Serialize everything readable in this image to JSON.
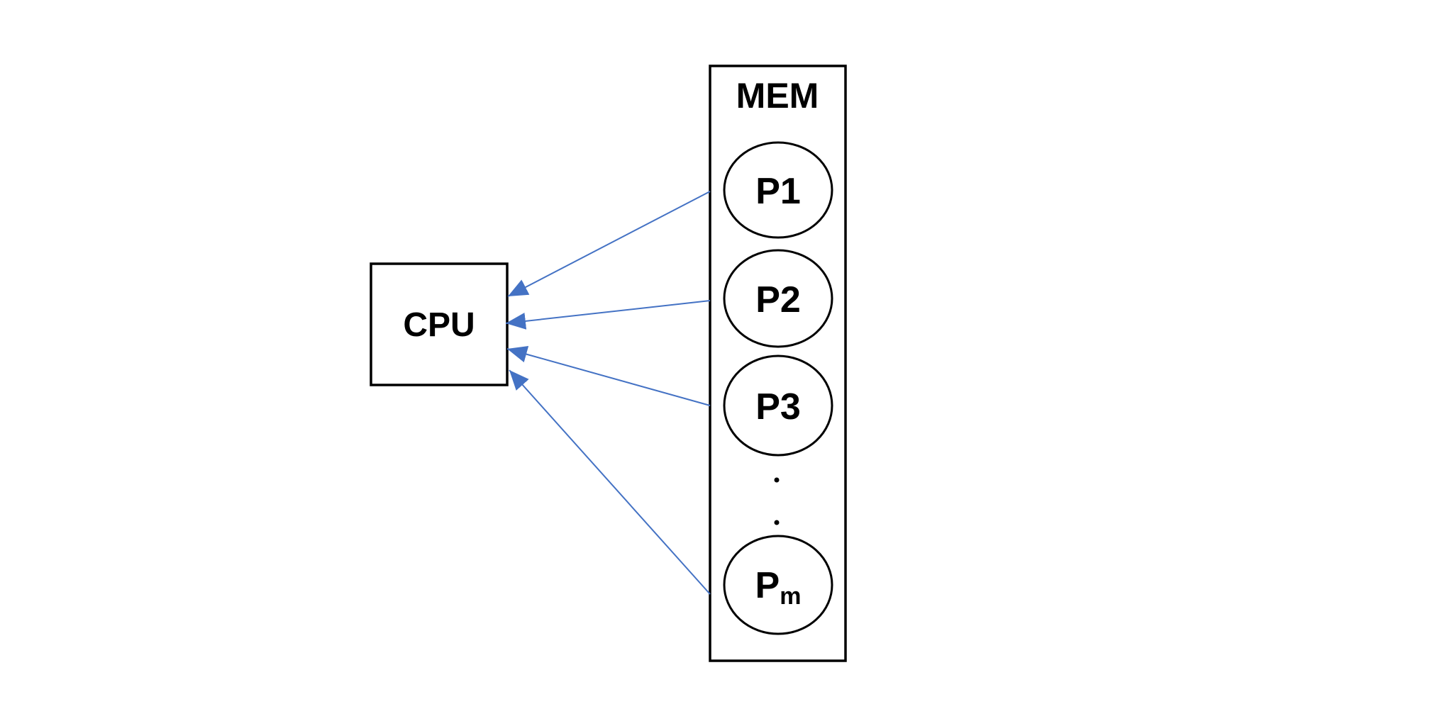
{
  "diagram": {
    "cpu": {
      "label": "CPU"
    },
    "mem": {
      "title": "MEM",
      "processes": [
        {
          "label": "P1"
        },
        {
          "label": "P2"
        },
        {
          "label": "P3"
        },
        {
          "label": "P",
          "subscript": "m"
        }
      ],
      "ellipsis_dot_count": 2
    },
    "arrows": [
      {
        "from": "P1",
        "to": "CPU"
      },
      {
        "from": "P2",
        "to": "CPU"
      },
      {
        "from": "P3",
        "to": "CPU"
      },
      {
        "from": "Pm",
        "to": "CPU"
      }
    ],
    "colors": {
      "background": "#ffffff",
      "shape_stroke": "#000000",
      "text": "#000000",
      "arrow": "#4472c4"
    }
  }
}
